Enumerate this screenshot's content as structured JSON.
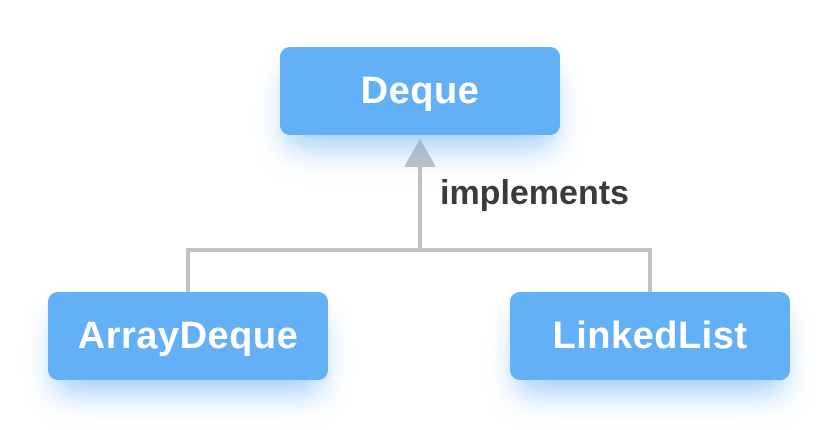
{
  "diagram": {
    "parent_node": {
      "label": "Deque"
    },
    "edge_label": "implements",
    "children": [
      {
        "label": "ArrayDeque"
      },
      {
        "label": "LinkedList"
      }
    ],
    "colors": {
      "node_fill": "#63B0F7",
      "node_text": "#ffffff",
      "connector": "#C2C2C2",
      "edge_label_text": "#3b3b3b",
      "background": "#ffffff"
    }
  }
}
